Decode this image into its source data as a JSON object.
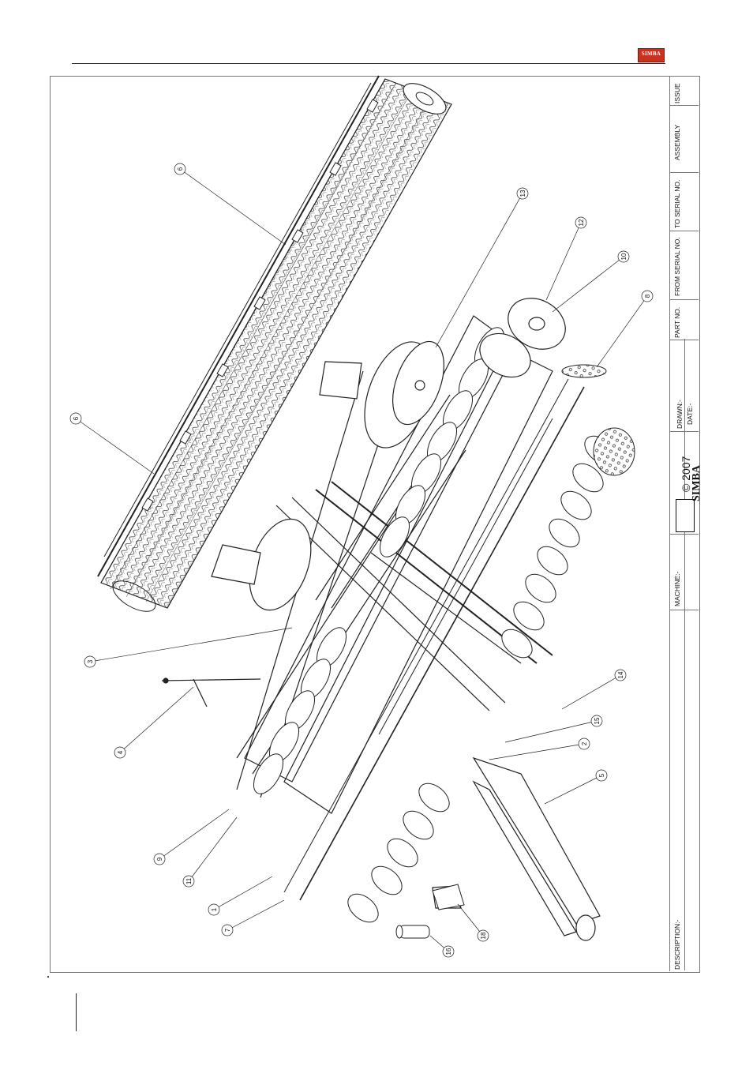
{
  "header": {
    "logo_text": "SIMBA"
  },
  "title_block": {
    "issue": "ISSUE",
    "assembly": "ASSEMBLY",
    "to_serial": "TO SERIAL NO.",
    "from_serial": "FROM SERIAL NO.",
    "part_no": "PART NO.",
    "drawn": "DRAWN:-",
    "date": "DATE:-",
    "copyright": "© 2007",
    "brand": "SIMBA",
    "machine": "MACHINE:-",
    "description": "DESCRIPTION:-"
  },
  "callouts": [
    {
      "id": "c6a",
      "label": "6"
    },
    {
      "id": "c6b",
      "label": "6"
    },
    {
      "id": "c13",
      "label": "13"
    },
    {
      "id": "c12",
      "label": "12"
    },
    {
      "id": "c10",
      "label": "10"
    },
    {
      "id": "c8",
      "label": "8"
    },
    {
      "id": "c3",
      "label": "3"
    },
    {
      "id": "c14",
      "label": "14"
    },
    {
      "id": "c15",
      "label": "15"
    },
    {
      "id": "c2",
      "label": "2"
    },
    {
      "id": "c5",
      "label": "5"
    },
    {
      "id": "c4",
      "label": "4"
    },
    {
      "id": "c9",
      "label": "9"
    },
    {
      "id": "c11",
      "label": "11"
    },
    {
      "id": "c1",
      "label": "1"
    },
    {
      "id": "c7",
      "label": "7"
    },
    {
      "id": "c18",
      "label": "18"
    },
    {
      "id": "c16",
      "label": "16"
    }
  ]
}
